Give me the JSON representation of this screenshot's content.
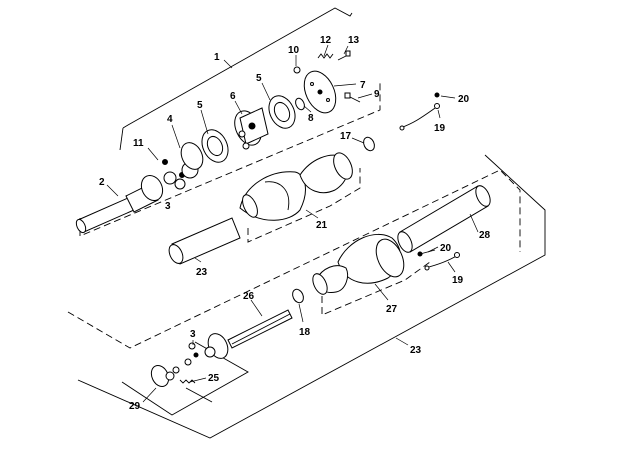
{
  "diagram": {
    "callouts": [
      {
        "id": "c1",
        "text": "1"
      },
      {
        "id": "c2",
        "text": "2"
      },
      {
        "id": "c3a",
        "text": "3"
      },
      {
        "id": "c3b",
        "text": "3"
      },
      {
        "id": "c4",
        "text": "4"
      },
      {
        "id": "c5a",
        "text": "5"
      },
      {
        "id": "c5b",
        "text": "5"
      },
      {
        "id": "c6",
        "text": "6"
      },
      {
        "id": "c7",
        "text": "7"
      },
      {
        "id": "c8",
        "text": "8"
      },
      {
        "id": "c9",
        "text": "9"
      },
      {
        "id": "c10",
        "text": "10"
      },
      {
        "id": "c11",
        "text": "11"
      },
      {
        "id": "c12",
        "text": "12"
      },
      {
        "id": "c13",
        "text": "13"
      },
      {
        "id": "c17",
        "text": "17"
      },
      {
        "id": "c18",
        "text": "18"
      },
      {
        "id": "c19a",
        "text": "19"
      },
      {
        "id": "c19b",
        "text": "19"
      },
      {
        "id": "c20a",
        "text": "20"
      },
      {
        "id": "c20b",
        "text": "20"
      },
      {
        "id": "c21",
        "text": "21"
      },
      {
        "id": "c23a",
        "text": "23"
      },
      {
        "id": "c23b",
        "text": "23"
      },
      {
        "id": "c25",
        "text": "25"
      },
      {
        "id": "c26",
        "text": "26"
      },
      {
        "id": "c27",
        "text": "27"
      },
      {
        "id": "c28",
        "text": "28"
      },
      {
        "id": "c29",
        "text": "29"
      }
    ]
  }
}
